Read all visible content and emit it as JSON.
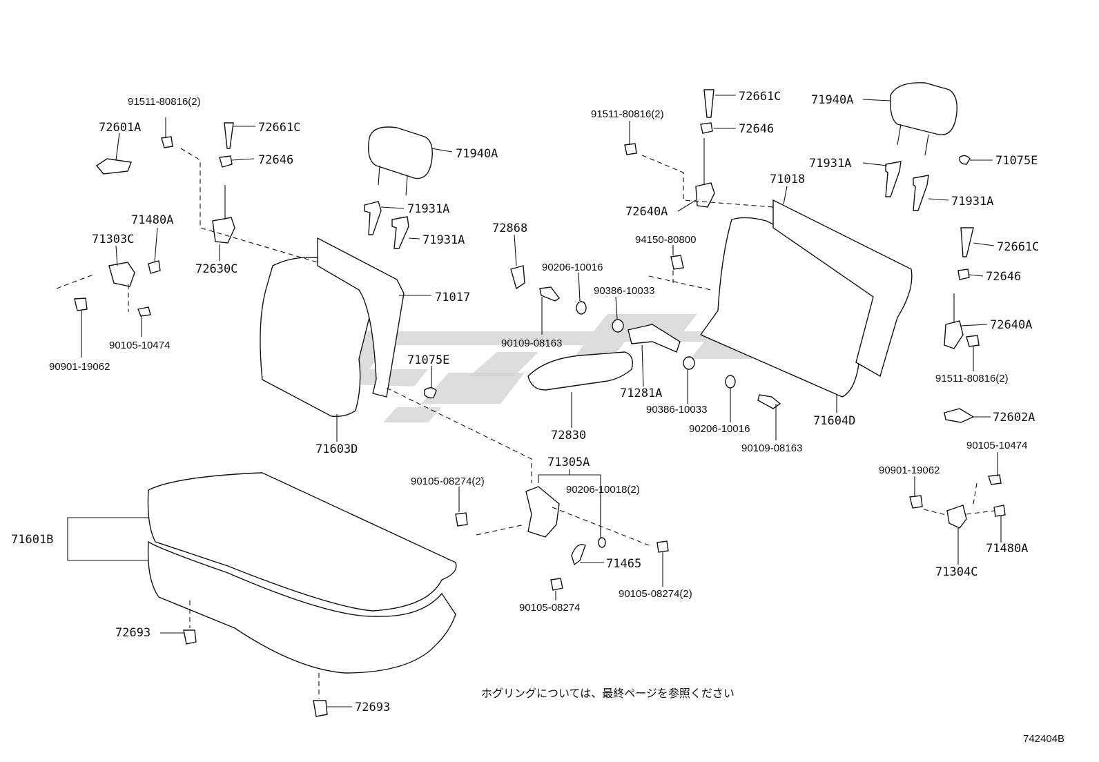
{
  "diagram": {
    "callouts": [
      {
        "id": "91511-80816-l",
        "text": "91511-80816(2)"
      },
      {
        "id": "72601A",
        "text": "72601A"
      },
      {
        "id": "72661C-l",
        "text": "72661C"
      },
      {
        "id": "72646-l",
        "text": "72646"
      },
      {
        "id": "71480A-l",
        "text": "71480A"
      },
      {
        "id": "71303C",
        "text": "71303C"
      },
      {
        "id": "72630C",
        "text": "72630C"
      },
      {
        "id": "90105-10474-l",
        "text": "90105-10474"
      },
      {
        "id": "90901-19062-l",
        "text": "90901-19062"
      },
      {
        "id": "71940A-l",
        "text": "71940A"
      },
      {
        "id": "71931A-l1",
        "text": "71931A"
      },
      {
        "id": "71931A-l2",
        "text": "71931A"
      },
      {
        "id": "71017",
        "text": "71017"
      },
      {
        "id": "71075E-l",
        "text": "71075E"
      },
      {
        "id": "71603D",
        "text": "71603D"
      },
      {
        "id": "72868",
        "text": "72868"
      },
      {
        "id": "90206-10016-a",
        "text": "90206-10016"
      },
      {
        "id": "90386-10033-a",
        "text": "90386-10033"
      },
      {
        "id": "90109-08163-a",
        "text": "90109-08163"
      },
      {
        "id": "72830",
        "text": "72830"
      },
      {
        "id": "71281A",
        "text": "71281A"
      },
      {
        "id": "90386-10033-b",
        "text": "90386-10033"
      },
      {
        "id": "90206-10016-b",
        "text": "90206-10016"
      },
      {
        "id": "90109-08163-b",
        "text": "90109-08163"
      },
      {
        "id": "91511-80816-r",
        "text": "91511-80816(2)"
      },
      {
        "id": "72661C-r",
        "text": "72661C"
      },
      {
        "id": "72646-r",
        "text": "72646"
      },
      {
        "id": "72640A-r",
        "text": "72640A"
      },
      {
        "id": "94150-80800",
        "text": "94150-80800"
      },
      {
        "id": "71018",
        "text": "71018"
      },
      {
        "id": "71940A-r",
        "text": "71940A"
      },
      {
        "id": "71931A-r1",
        "text": "71931A"
      },
      {
        "id": "71931A-r2",
        "text": "71931A"
      },
      {
        "id": "71075E-r",
        "text": "71075E"
      },
      {
        "id": "72661C-rr",
        "text": "72661C"
      },
      {
        "id": "72646-rr",
        "text": "72646"
      },
      {
        "id": "72640A-rr",
        "text": "72640A"
      },
      {
        "id": "91511-80816-rr",
        "text": "91511-80816(2)"
      },
      {
        "id": "71604D",
        "text": "71604D"
      },
      {
        "id": "72602A",
        "text": "72602A"
      },
      {
        "id": "90105-10474-r",
        "text": "90105-10474"
      },
      {
        "id": "90901-19062-r",
        "text": "90901-19062"
      },
      {
        "id": "71480A-r",
        "text": "71480A"
      },
      {
        "id": "71304C",
        "text": "71304C"
      },
      {
        "id": "71305A",
        "text": "71305A"
      },
      {
        "id": "90105-08274-2a",
        "text": "90105-08274(2)"
      },
      {
        "id": "90206-10018",
        "text": "90206-10018(2)"
      },
      {
        "id": "71465",
        "text": "71465"
      },
      {
        "id": "90105-08274",
        "text": "90105-08274"
      },
      {
        "id": "90105-08274-2b",
        "text": "90105-08274(2)"
      },
      {
        "id": "71601B",
        "text": "71601B"
      },
      {
        "id": "72693-a",
        "text": "72693"
      },
      {
        "id": "72693-b",
        "text": "72693"
      }
    ],
    "note": "ホグリングについては、最終ページを参照ください",
    "diagram_code": "742404B"
  },
  "colors": {
    "ink": "#111111",
    "background": "#ffffff",
    "watermark": "#d0d0d0"
  }
}
